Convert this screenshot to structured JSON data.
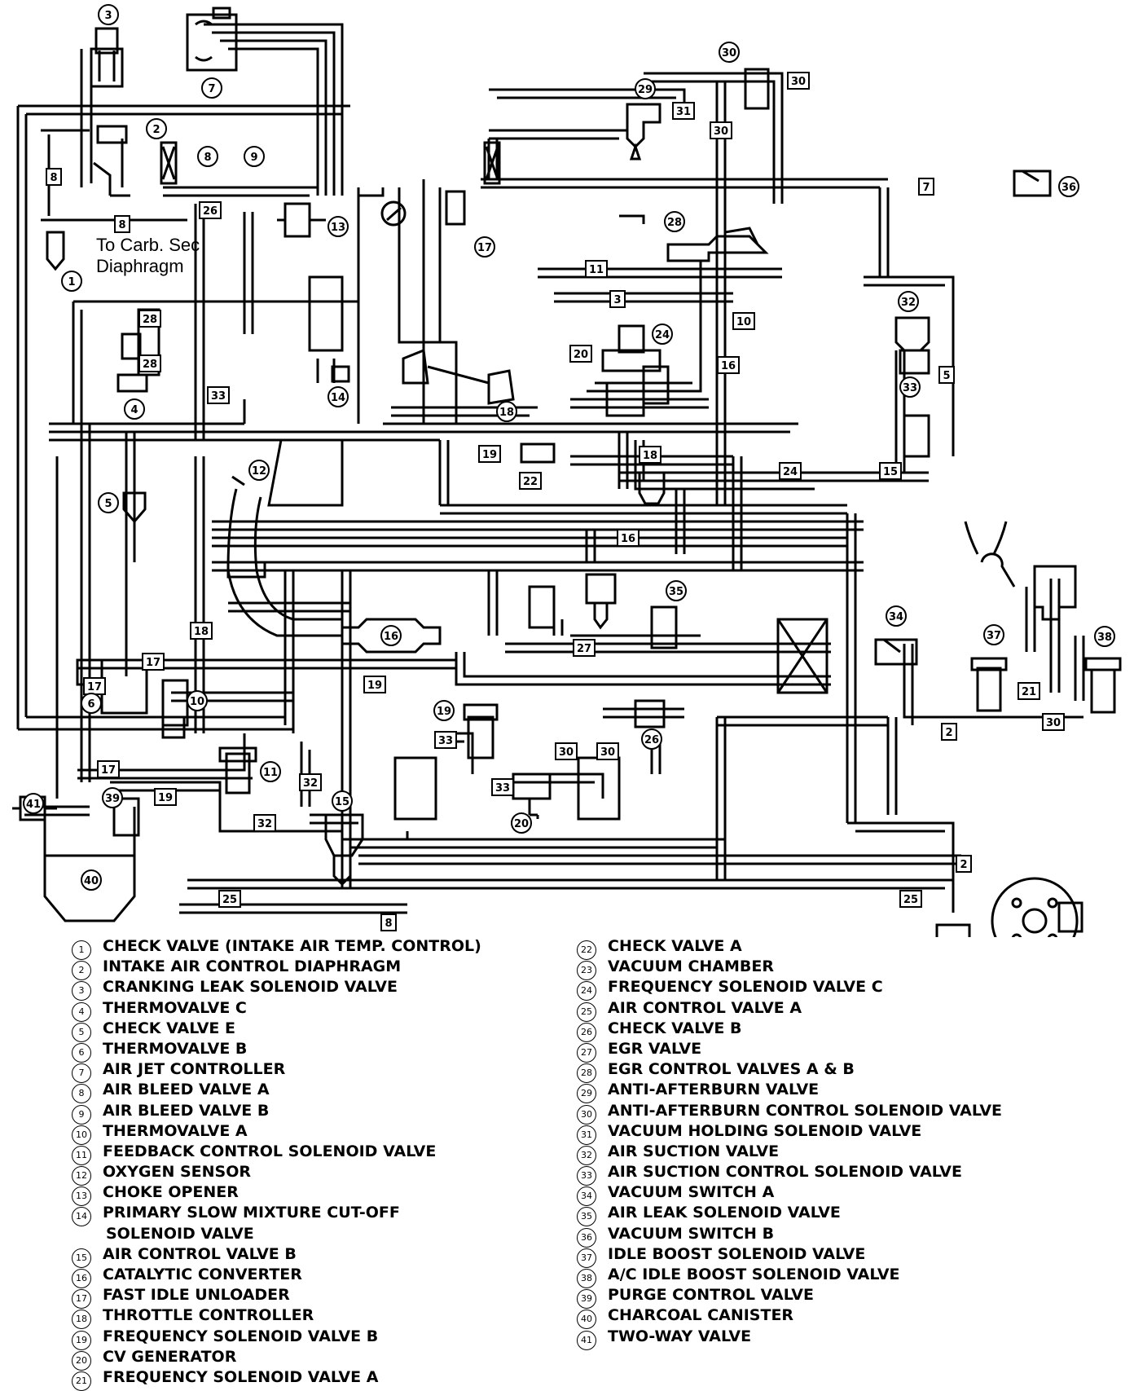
{
  "note": {
    "line1": "To Carb. Sec",
    "line2": "Diaphragm"
  },
  "callouts": [
    "1",
    "2",
    "3",
    "4",
    "5",
    "6",
    "7",
    "8",
    "9",
    "10",
    "11",
    "12",
    "13",
    "14",
    "15",
    "16",
    "17",
    "18",
    "19",
    "20",
    "24",
    "26",
    "28",
    "29",
    "30",
    "32",
    "33",
    "34",
    "35",
    "36",
    "37",
    "38",
    "39",
    "40",
    "41"
  ],
  "hoses": [
    "2",
    "3",
    "5",
    "7",
    "8",
    "10",
    "11",
    "15",
    "16",
    "17",
    "18",
    "19",
    "20",
    "21",
    "22",
    "24",
    "25",
    "26",
    "27",
    "28",
    "30",
    "31",
    "32",
    "33"
  ],
  "legend": {
    "left": [
      {
        "num": "1",
        "text": "CHECK VALVE (INTAKE AIR TEMP. CONTROL)"
      },
      {
        "num": "2",
        "text": "INTAKE AIR CONTROL DIAPHRAGM"
      },
      {
        "num": "3",
        "text": "CRANKING LEAK SOLENOID VALVE"
      },
      {
        "num": "4",
        "text": "THERMOVALVE C"
      },
      {
        "num": "5",
        "text": "CHECK VALVE E"
      },
      {
        "num": "6",
        "text": "THERMOVALVE B"
      },
      {
        "num": "7",
        "text": "AIR JET CONTROLLER"
      },
      {
        "num": "8",
        "text": "AIR BLEED VALVE A"
      },
      {
        "num": "9",
        "text": "AIR BLEED VALVE B"
      },
      {
        "num": "10",
        "text": "THERMOVALVE A"
      },
      {
        "num": "11",
        "text": "FEEDBACK CONTROL SOLENOID VALVE"
      },
      {
        "num": "12",
        "text": "OXYGEN SENSOR"
      },
      {
        "num": "13",
        "text": "CHOKE OPENER"
      },
      {
        "num": "14",
        "text": "PRIMARY SLOW MIXTURE CUT-OFF"
      },
      {
        "num": "",
        "text": "SOLENOID VALVE"
      },
      {
        "num": "15",
        "text": "AIR CONTROL VALVE B"
      },
      {
        "num": "16",
        "text": "CATALYTIC CONVERTER"
      },
      {
        "num": "17",
        "text": "FAST IDLE UNLOADER"
      },
      {
        "num": "18",
        "text": "THROTTLE CONTROLLER"
      },
      {
        "num": "19",
        "text": "FREQUENCY SOLENOID VALVE B"
      },
      {
        "num": "20",
        "text": "CV GENERATOR"
      },
      {
        "num": "21",
        "text": "FREQUENCY SOLENOID VALVE A"
      }
    ],
    "right": [
      {
        "num": "22",
        "text": "CHECK VALVE A"
      },
      {
        "num": "23",
        "text": "VACUUM CHAMBER"
      },
      {
        "num": "24",
        "text": "FREQUENCY SOLENOID VALVE C"
      },
      {
        "num": "25",
        "text": "AIR CONTROL VALVE A"
      },
      {
        "num": "26",
        "text": "CHECK VALVE B"
      },
      {
        "num": "27",
        "text": "EGR VALVE"
      },
      {
        "num": "28",
        "text": "EGR CONTROL VALVES A & B"
      },
      {
        "num": "29",
        "text": "ANTI-AFTERBURN VALVE"
      },
      {
        "num": "30",
        "text": "ANTI-AFTERBURN CONTROL SOLENOID VALVE"
      },
      {
        "num": "31",
        "text": "VACUUM HOLDING SOLENOID VALVE"
      },
      {
        "num": "32",
        "text": "AIR SUCTION VALVE"
      },
      {
        "num": "33",
        "text": "AIR SUCTION CONTROL SOLENOID VALVE"
      },
      {
        "num": "34",
        "text": "VACUUM SWITCH A"
      },
      {
        "num": "35",
        "text": "AIR LEAK SOLENOID VALVE"
      },
      {
        "num": "36",
        "text": "VACUUM SWITCH B"
      },
      {
        "num": "37",
        "text": "IDLE BOOST SOLENOID VALVE"
      },
      {
        "num": "38",
        "text": "A/C IDLE BOOST SOLENOID VALVE"
      },
      {
        "num": "39",
        "text": "PURGE CONTROL VALVE"
      },
      {
        "num": "40",
        "text": "CHARCOAL CANISTER"
      },
      {
        "num": "41",
        "text": "TWO-WAY VALVE"
      }
    ]
  }
}
